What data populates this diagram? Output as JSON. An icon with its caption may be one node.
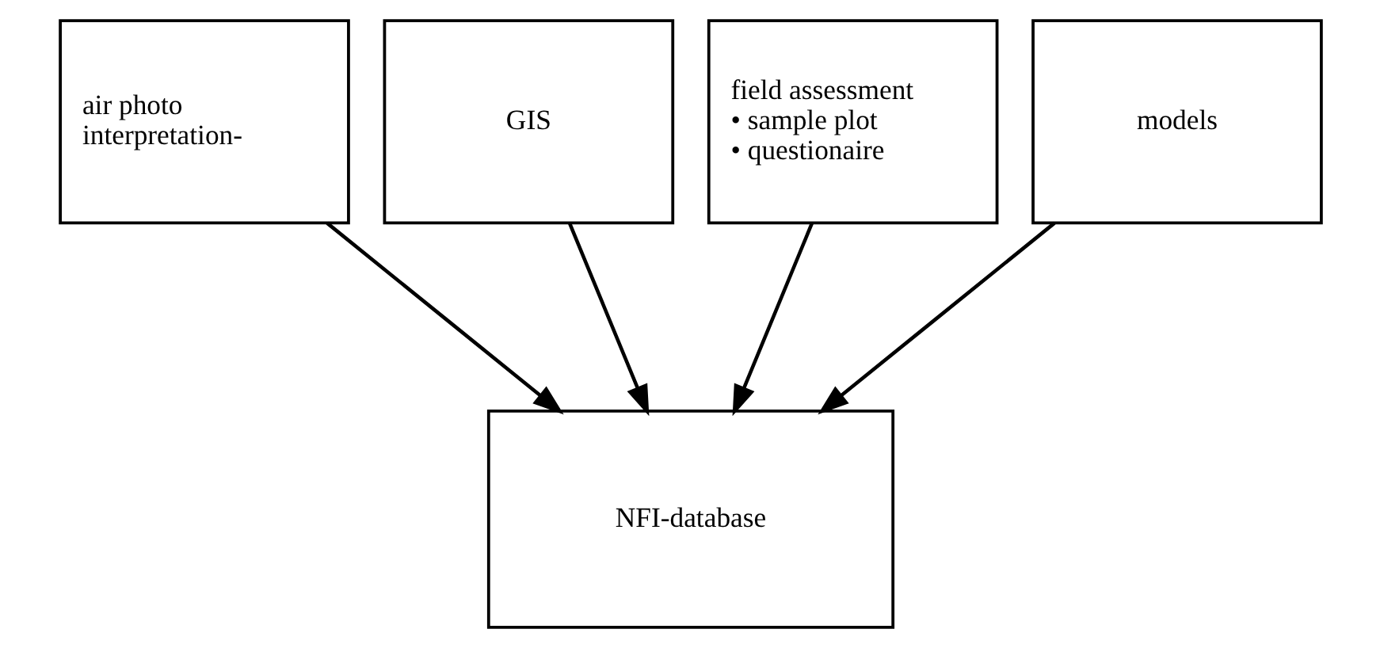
{
  "diagram": {
    "nodes": [
      {
        "text": [
          "air photo interpretation-"
        ]
      },
      {
        "text": [
          "GIS"
        ]
      },
      {
        "text": [
          "field assessment",
          "• sample plot",
          "• questionaire"
        ]
      },
      {
        "text": [
          "models"
        ]
      },
      {
        "text": [
          "NFI-database"
        ]
      }
    ],
    "edges": [
      {
        "from": 0,
        "to": 4,
        "arrow": "to"
      },
      {
        "from": 1,
        "to": 4,
        "arrow": "to"
      },
      {
        "from": 2,
        "to": 4,
        "arrow": "to"
      },
      {
        "from": 3,
        "to": 4,
        "arrow": "to"
      }
    ]
  }
}
